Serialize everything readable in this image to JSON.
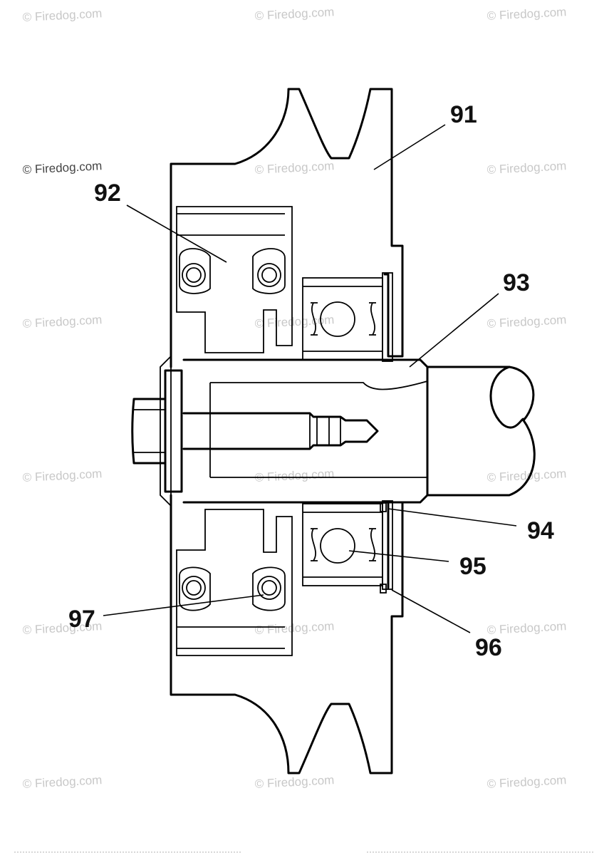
{
  "diagram": {
    "callouts": [
      {
        "id": "91",
        "label": "91"
      },
      {
        "id": "92",
        "label": "92"
      },
      {
        "id": "93",
        "label": "93"
      },
      {
        "id": "94",
        "label": "94"
      },
      {
        "id": "95",
        "label": "95"
      },
      {
        "id": "96",
        "label": "96"
      },
      {
        "id": "97",
        "label": "97"
      }
    ]
  },
  "watermark": {
    "text": "© Firedog.com"
  }
}
